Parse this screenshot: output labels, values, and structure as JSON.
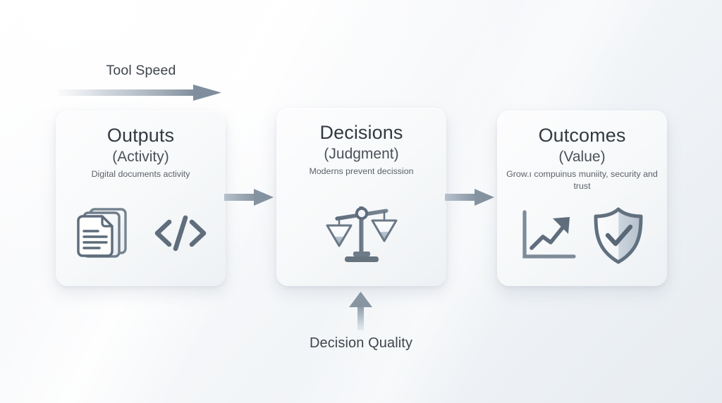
{
  "diagram": {
    "top_flow": {
      "label": "Tool Speed",
      "arrow_icon": "right-arrow-gradient-icon"
    },
    "bottom_flow": {
      "label": "Decision Quality",
      "arrow_icon": "up-arrow-icon"
    },
    "connectors": [
      {
        "icon": "right-arrow-icon"
      },
      {
        "icon": "right-arrow-icon"
      }
    ],
    "stages": [
      {
        "id": "outputs",
        "title": "Outputs",
        "subtitle": "(Activity)",
        "description": "Digital documents activity",
        "icons": [
          "documents-stack-icon",
          "code-brackets-icon"
        ]
      },
      {
        "id": "decisions",
        "title": "Decisions",
        "subtitle": "(Judgment)",
        "description": "Moderns prevent decission",
        "icons": [
          "balance-scales-icon"
        ]
      },
      {
        "id": "outcomes",
        "title": "Outcomes",
        "subtitle": "(Value)",
        "description": "Grow.ı compuinus muniity, security and trust",
        "icons": [
          "growth-chart-arrow-icon",
          "shield-check-icon"
        ]
      }
    ],
    "colors": {
      "icon_stroke": "#6a7683",
      "icon_stroke_dark": "#4f5c6b",
      "title_text": "#333a41",
      "body_text": "#5c6168",
      "arrow_gray": "#8d99a6",
      "background_light": "#fdfdfe",
      "background_dark": "#e7ecf1"
    }
  }
}
